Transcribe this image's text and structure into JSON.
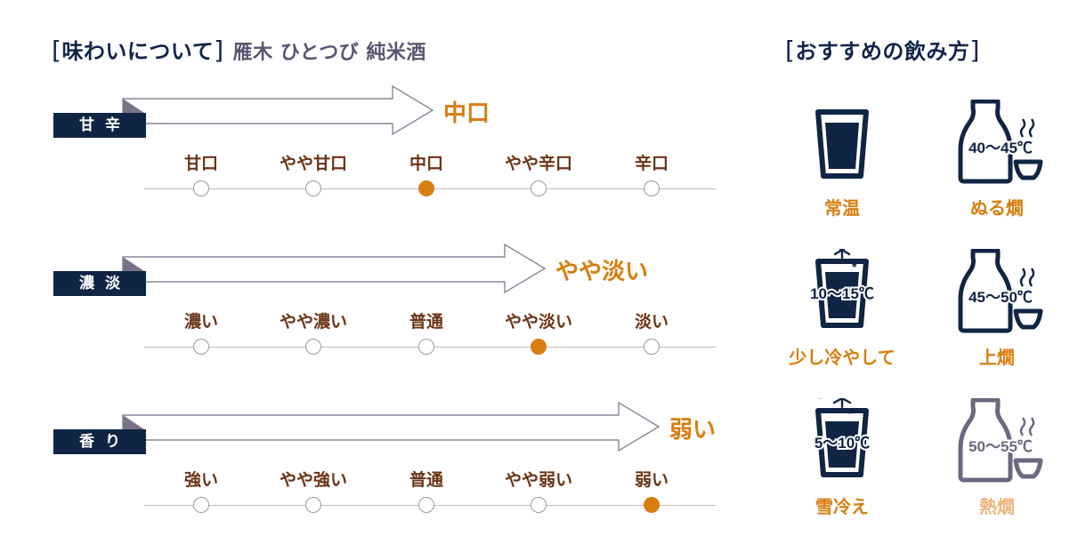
{
  "taste": {
    "title": "味わいについて",
    "bracket_open": "[",
    "bracket_close": "]",
    "subtitle": "雁木 ひとつび 純米酒",
    "rows": [
      {
        "tag": "甘辛",
        "result": "中口",
        "scale": [
          "甘口",
          "やや甘口",
          "中口",
          "やや辛口",
          "辛口"
        ],
        "selected_index": 2
      },
      {
        "tag": "濃淡",
        "result": "やや淡い",
        "scale": [
          "濃い",
          "やや濃い",
          "普通",
          "やや淡い",
          "淡い"
        ],
        "selected_index": 3
      },
      {
        "tag": "香り",
        "result": "弱い",
        "scale": [
          "強い",
          "やや強い",
          "普通",
          "やや弱い",
          "弱い"
        ],
        "selected_index": 4
      }
    ]
  },
  "serving": {
    "title": "おすすめの飲み方",
    "bracket_open": "[",
    "bracket_close": "]",
    "items": [
      {
        "icon": "glass-icon",
        "label": "常温",
        "temp": "",
        "recommended": true
      },
      {
        "icon": "tokkuri-warm-icon",
        "label": "ぬる燗",
        "temp": "40〜45℃",
        "recommended": true
      },
      {
        "icon": "glass-chilled-icon",
        "label": "少し冷やして",
        "temp": "10〜15℃",
        "recommended": true
      },
      {
        "icon": "tokkuri-warm-icon",
        "label": "上燗",
        "temp": "45〜50℃",
        "recommended": true
      },
      {
        "icon": "glass-snow-icon",
        "label": "雪冷え",
        "temp": "5〜10℃",
        "recommended": true
      },
      {
        "icon": "tokkuri-hot-icon",
        "label": "熱燗",
        "temp": "50〜55℃",
        "recommended": false
      }
    ]
  },
  "colors": {
    "navy": "#102443",
    "accent": "#d87e10",
    "accent_dim": "#e8b779",
    "label_brown": "#6b3416",
    "muted_purple": "#6e677f",
    "tag_fold": "#7a7289"
  }
}
